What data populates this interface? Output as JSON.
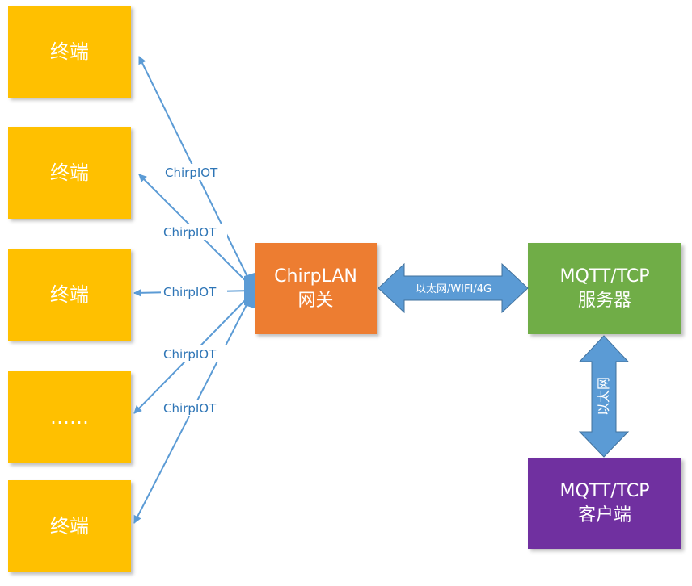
{
  "terminals": [
    "终端",
    "终端",
    "终端",
    "……",
    "终端"
  ],
  "gateway": {
    "line1": "ChirpLAN",
    "line2": "网关"
  },
  "server": {
    "line1": "MQTT/TCP",
    "line2": "服务器"
  },
  "client": {
    "line1": "MQTT/TCP",
    "line2": "客户端"
  },
  "links": [
    "ChirpIOT",
    "ChirpIOT",
    "ChirpIOT",
    "ChirpIOT",
    "ChirpIOT"
  ],
  "gateway_server_link": "以太网/WIFI/4G",
  "server_client_link": "以太网",
  "colors": {
    "terminal": "#ffc000",
    "gateway": "#ed7d31",
    "server": "#70ad47",
    "client": "#7030a0",
    "arrow": "#5b9bd5"
  }
}
